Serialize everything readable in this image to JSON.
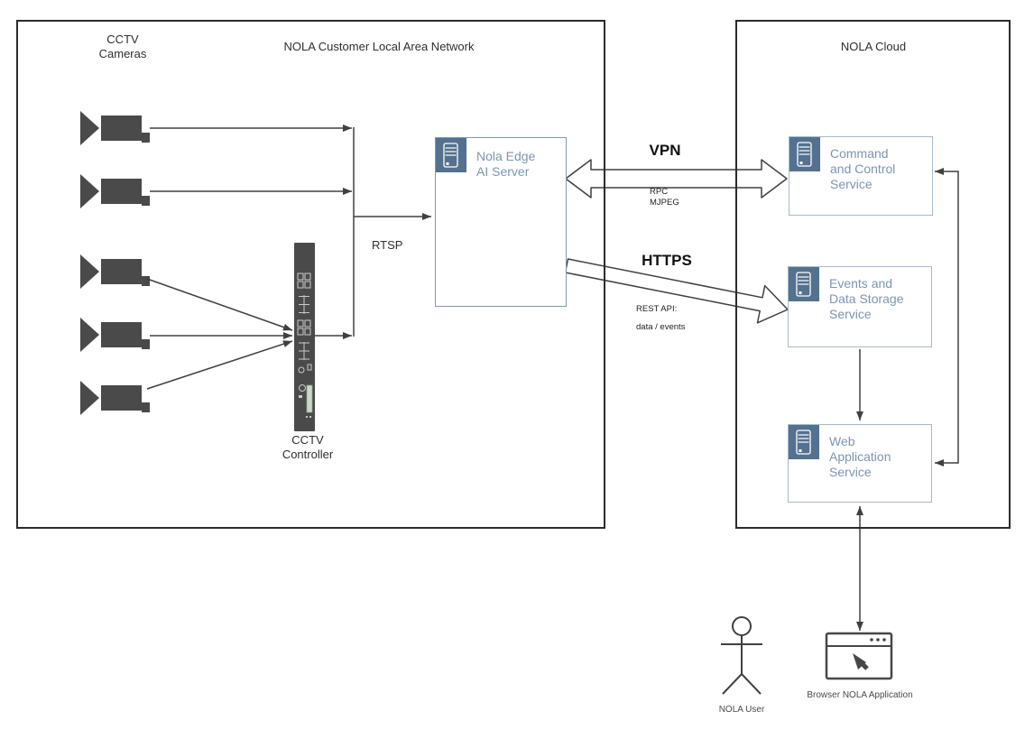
{
  "colors": {
    "line": "#404040",
    "outerBorder": "#2b2b2b",
    "deviceFill": "#4a4a4a",
    "iconBg": "#54718f",
    "serviceBorder": "#a6bacc",
    "edgeBorder": "#7e98b4",
    "serviceText": "#7e95af",
    "labelText": "#2e2e2e"
  },
  "lan": {
    "title": "NOLA Customer Local Area Network",
    "cameras_label": "CCTV\nCameras",
    "controller_label": "CCTV\nController",
    "edge_server_label": "Nola Edge\nAI Server",
    "rtsp_label": "RTSP"
  },
  "cloud": {
    "title": "NOLA Cloud",
    "services": [
      {
        "label": "Command\nand Control\nService"
      },
      {
        "label": "Events and\nData Storage\nService"
      },
      {
        "label": "Web\nApplication\nService"
      }
    ]
  },
  "connections": {
    "vpn_label": "VPN",
    "vpn_sublabel": "RPC\nMJPEG",
    "https_label": "HTTPS",
    "https_sublabel": "REST API:\ndata / events"
  },
  "actors": {
    "user_label": "NOLA User",
    "browser_label": "Browser NOLA Application"
  },
  "icons": {
    "server": "server-rack-icon",
    "camera": "cctv-camera-icon",
    "controller": "network-switch-icon",
    "user": "stick-figure-icon",
    "browser": "browser-window-icon",
    "cursor": "mouse-cursor-icon"
  }
}
